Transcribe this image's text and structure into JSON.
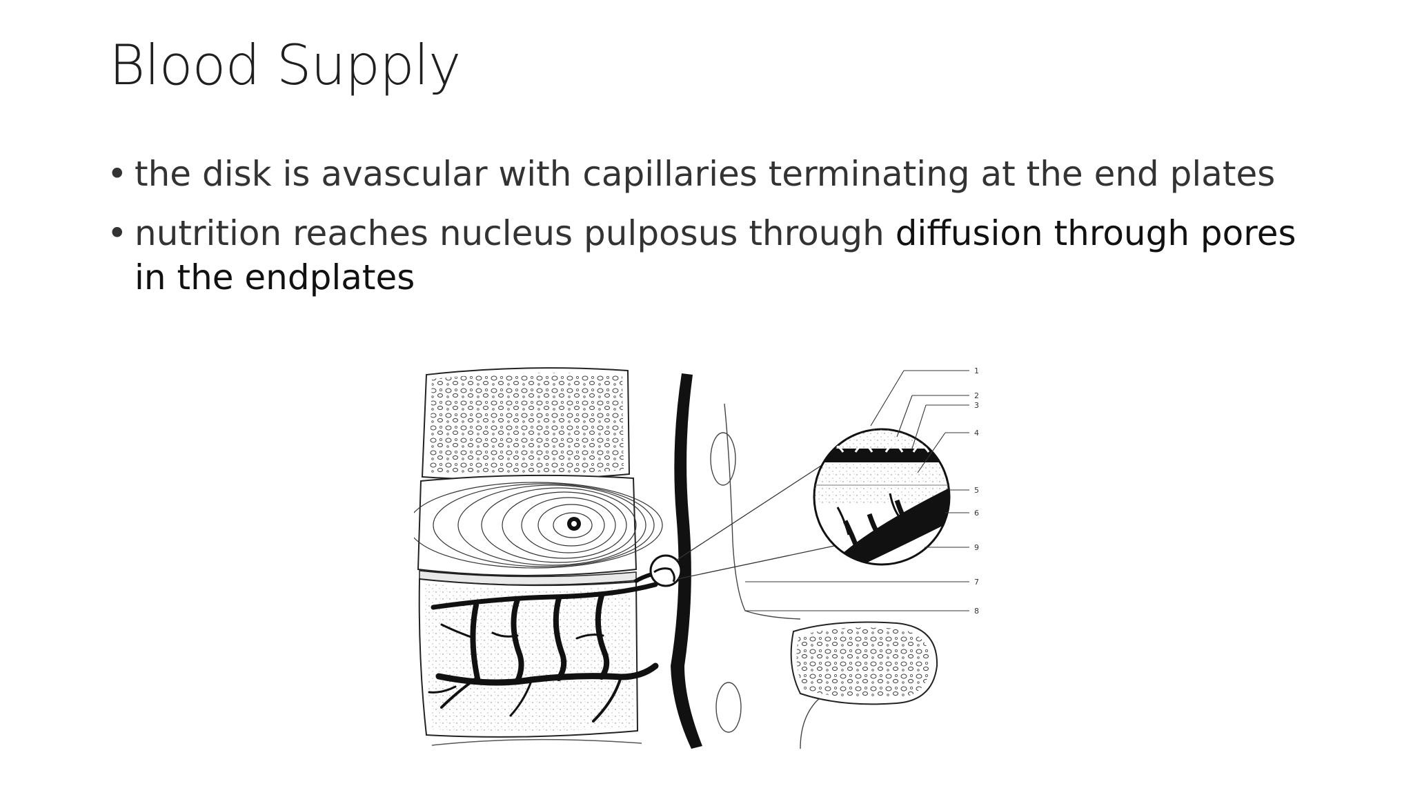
{
  "slide": {
    "title": "Blood Supply",
    "bullets": [
      {
        "text": "the disk is avascular with capillaries terminating at the end plates"
      },
      {
        "text_a": "nutrition reaches nucleus pulposus through ",
        "text_b": "diffusion through pores in the endplates"
      }
    ],
    "bullet_glyph": "•"
  },
  "figure": {
    "callout_labels": [
      "1",
      "2",
      "3",
      "4",
      "5",
      "6",
      "9",
      "7",
      "8"
    ]
  }
}
